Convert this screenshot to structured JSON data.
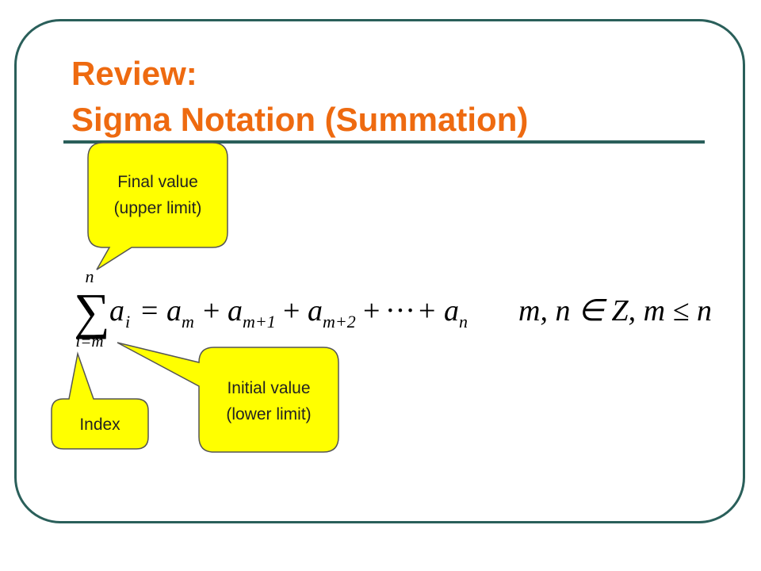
{
  "slide": {
    "title_line1": "Review:",
    "title_line2": "Sigma Notation (Summation)",
    "colors": {
      "title": "#ee6a10",
      "frame": "#2a5f5a",
      "callout_fill": "#ffff00",
      "callout_stroke": "#555555"
    }
  },
  "callouts": {
    "final_value": {
      "line1": "Final value",
      "line2": "(upper limit)"
    },
    "initial_value": {
      "line1": "Initial value",
      "line2": "(lower limit)"
    },
    "index": {
      "line1": "Index"
    }
  },
  "formula": {
    "sigma": "∑",
    "upper_limit": "n",
    "lower_limit": "i=m",
    "term_base": "a",
    "term_sub": "i",
    "equals": "=",
    "t1_base": "a",
    "t1_sub": "m",
    "plus1": "+",
    "t2_base": "a",
    "t2_sub": "m+1",
    "plus2": "+",
    "t3_base": "a",
    "t3_sub": "m+2",
    "plus3": "+",
    "dots": "···",
    "plus4": "+",
    "t4_base": "a",
    "t4_sub": "n",
    "condition": "m, n ∈ Z, m ≤ n"
  }
}
